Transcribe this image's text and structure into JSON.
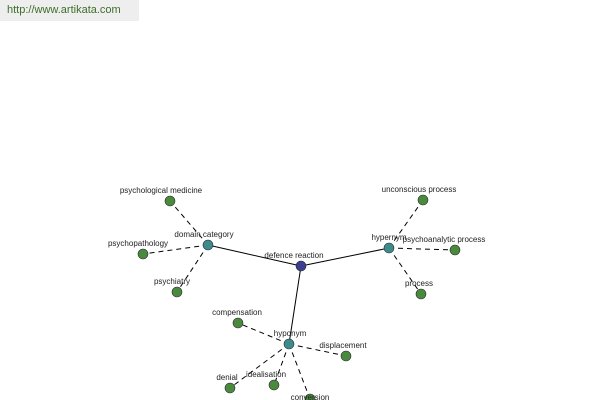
{
  "site": {
    "url": "http://www.artikata.com"
  },
  "colors": {
    "url_text": "#3f6e2a",
    "url_bar": "#eeeeee",
    "center_node": "#3a3f8f",
    "relation_node": "#3d8b8b",
    "term_node": "#4a8a3e",
    "edge": "#000000"
  },
  "graph": {
    "center": {
      "id": "defence-reaction",
      "label": "defence reaction"
    },
    "relations": [
      {
        "id": "domain-category",
        "label": "domain category",
        "terms": [
          {
            "id": "psychological-medicine",
            "label": "psychological medicine"
          },
          {
            "id": "psychopathology",
            "label": "psychopathology"
          },
          {
            "id": "psychiatry",
            "label": "psychiatry"
          }
        ]
      },
      {
        "id": "hypernym",
        "label": "hypernym",
        "terms": [
          {
            "id": "unconscious-process",
            "label": "unconscious process"
          },
          {
            "id": "psychoanalytic-process",
            "label": "psychoanalytic process"
          },
          {
            "id": "process",
            "label": "process"
          }
        ]
      },
      {
        "id": "hyponym",
        "label": "hyponym",
        "terms": [
          {
            "id": "compensation",
            "label": "compensation"
          },
          {
            "id": "displacement",
            "label": "displacement"
          },
          {
            "id": "denial",
            "label": "denial"
          },
          {
            "id": "idealisation",
            "label": "idealisation"
          },
          {
            "id": "conversion",
            "label": "conversion"
          }
        ]
      }
    ]
  }
}
